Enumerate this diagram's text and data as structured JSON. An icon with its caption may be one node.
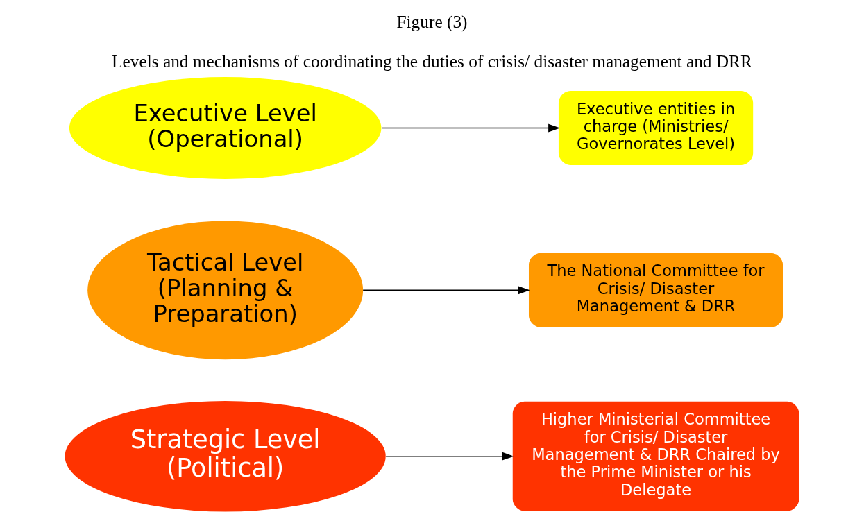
{
  "diagram": {
    "title": "Figure (3)",
    "caption": "Levels and mechanisms of coordinating the duties of crisis/ disaster management and DRR",
    "nodes": [
      {
        "text": [
          "Strategic Level (Political)"
        ]
      },
      {
        "text": [
          "Higher Ministerial Committee for Crisis/ Disaster Management & DRR Chaired by the Prime Minister or his Delegate"
        ]
      },
      {
        "text": [
          "Tactical Level (Planning & Preparation)"
        ]
      },
      {
        "text": [
          "The National Committee for Crisis/ Disaster Management & DRR"
        ]
      },
      {
        "text": [
          "Executive Level (Operational)"
        ]
      },
      {
        "text": [
          "Executive entities in charge (Ministries/ Governorates Level)"
        ]
      }
    ],
    "edges": [
      {
        "from": 0,
        "to": 1,
        "arrow": "to"
      },
      {
        "from": 2,
        "to": 3,
        "arrow": "to"
      },
      {
        "from": 4,
        "to": 5,
        "arrow": "to"
      }
    ]
  }
}
